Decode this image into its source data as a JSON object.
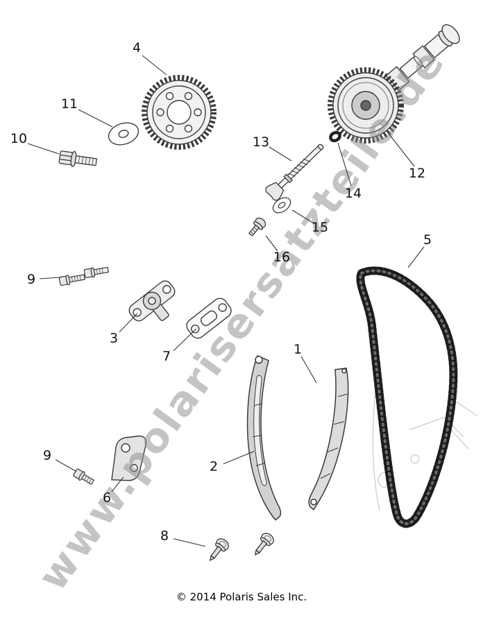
{
  "diagram": {
    "watermark": "www.polarisersatzteile.de",
    "copyright": "© 2014 Polaris Sales Inc."
  },
  "callouts": {
    "part1": "1",
    "part2": "2",
    "part3": "3",
    "part4": "4",
    "part5": "5",
    "part6": "6",
    "part7": "7",
    "part8": "8",
    "part9_upper": "9",
    "part9_lower": "9",
    "part10": "10",
    "part11": "11",
    "part12": "12",
    "part13": "13",
    "part14": "14",
    "part15": "15",
    "part16": "16"
  },
  "colors": {
    "line": "#3a3a3a",
    "chain": "#1c1c1c",
    "watermark": "#8f8f8f"
  }
}
